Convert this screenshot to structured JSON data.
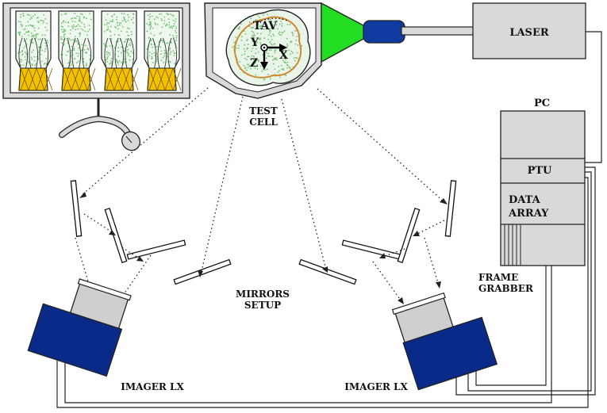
{
  "labels": {
    "laser": "LASER",
    "pc": "PC",
    "ptu": "PTU",
    "data_array_line1": "DATA",
    "data_array_line2": "ARRAY",
    "frame_grabber_line1": "FRAME",
    "frame_grabber_line2": "GRABBER",
    "test_cell_line1": "TEST",
    "test_cell_line2": "CELL",
    "mirrors_line1": "MIRRORS",
    "mirrors_line2": "SETUP",
    "imager_left": "IMAGER LX",
    "imager_right": "IMAGER LX",
    "tav": "TAV",
    "axis_x": "X",
    "axis_y": "Y",
    "axis_z": "Z"
  },
  "colors": {
    "camera_body": "#0a2a8a",
    "camera_lens": "#cfcfcf",
    "laser_sheet": "#22dd22",
    "laser_head": "#0f3aa0",
    "particles": "#6fbf6f",
    "valve_leaflet": "#d08a30",
    "valve_base": "#f2c200",
    "monitor_frame": "#d9d9d9",
    "hardware_box": "#d9d9d9"
  }
}
